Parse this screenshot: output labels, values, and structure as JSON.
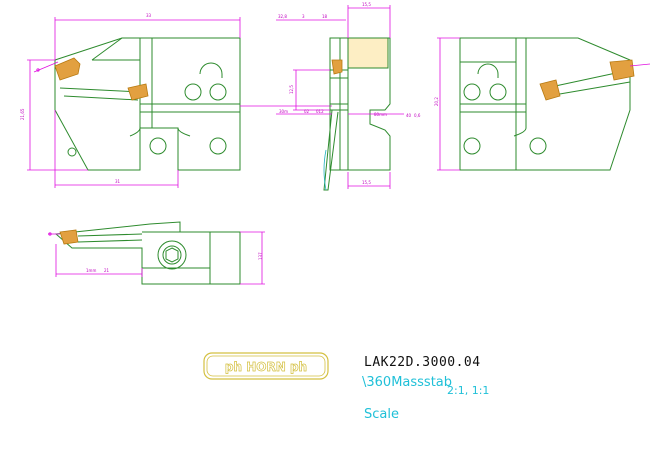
{
  "drawing": {
    "part_number": "LAK22D.3000.04",
    "file_path": "\\360Massstab",
    "scale_ratio": "2:1, 1:1",
    "scale_label": "Scale",
    "logo_text": "ph HORN ph"
  },
  "colors": {
    "outline": "#2e8b2e",
    "dimension": "#e010e0",
    "insert": "#e2a040",
    "annotation": "#20c0d8",
    "logo": "#d4c040"
  }
}
